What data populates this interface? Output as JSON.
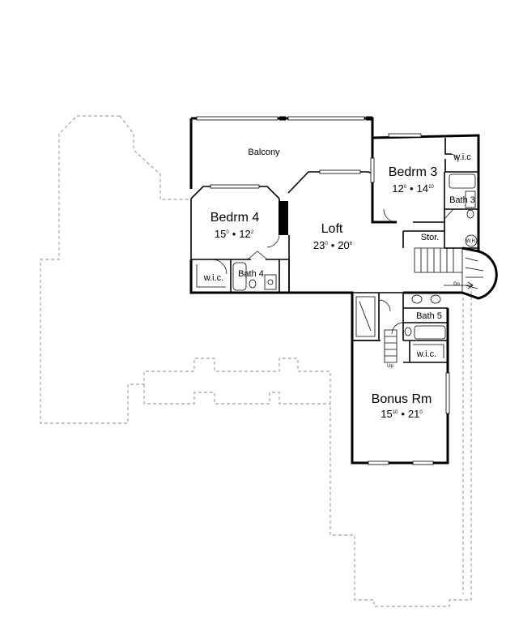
{
  "rooms": {
    "balcony": {
      "name": "Balcony"
    },
    "bedrm3": {
      "name": "Bedrm 3",
      "w": "12",
      "w_sup": "0",
      "sep": "•",
      "d": "14",
      "d_sup": "10"
    },
    "bedrm4": {
      "name": "Bedrm 4",
      "w": "15",
      "w_sup": "0",
      "sep": "•",
      "d": "12",
      "d_sup": "2"
    },
    "loft": {
      "name": "Loft",
      "w": "23",
      "w_sup": "0",
      "sep": "•",
      "d": "20",
      "d_sup": "6"
    },
    "bonus": {
      "name": "Bonus Rm",
      "w": "15",
      "w_sup": "10",
      "sep": "•",
      "d": "21",
      "d_sup": "0"
    },
    "wic_bed3": {
      "name": "w.i.c"
    },
    "bath3": {
      "name": "Bath 3"
    },
    "wic_bed4": {
      "name": "w.i.c."
    },
    "bath4": {
      "name": "Bath 4"
    },
    "stor": {
      "name": "Stor."
    },
    "bath5": {
      "name": "Bath 5"
    },
    "wic_bonus": {
      "name": "w.i.c."
    }
  },
  "annotations": {
    "wh": "W.H.",
    "dn": "Dn",
    "up": "Up"
  }
}
